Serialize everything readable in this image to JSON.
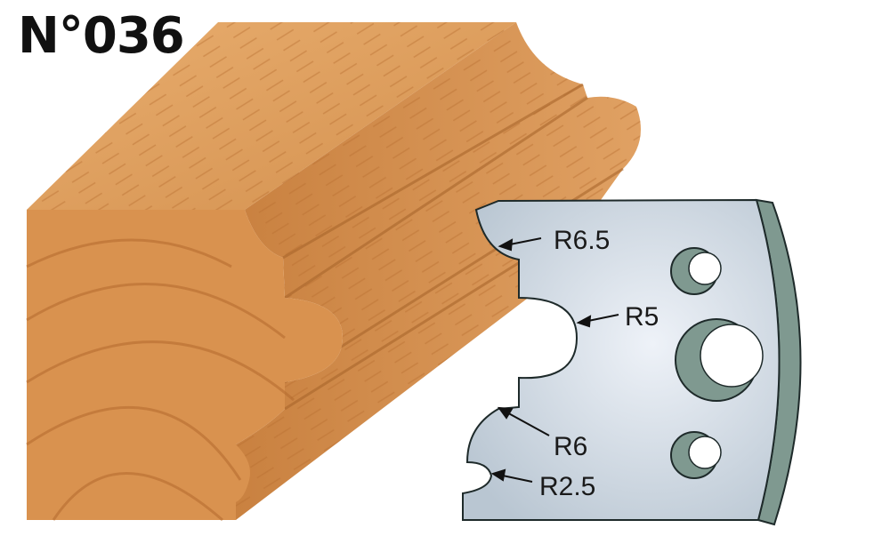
{
  "title": "N°036",
  "profile_radii": [
    {
      "label": "R6.5"
    },
    {
      "label": "R5"
    },
    {
      "label": "R6"
    },
    {
      "label": "R2.5"
    }
  ],
  "colors": {
    "wood_light": "#e3a464",
    "wood_mid": "#d08a48",
    "wood_dark": "#a8662c",
    "knife_face": "#cfd8e4",
    "knife_edge": "#7f9990",
    "outline": "#1e2a2a"
  }
}
